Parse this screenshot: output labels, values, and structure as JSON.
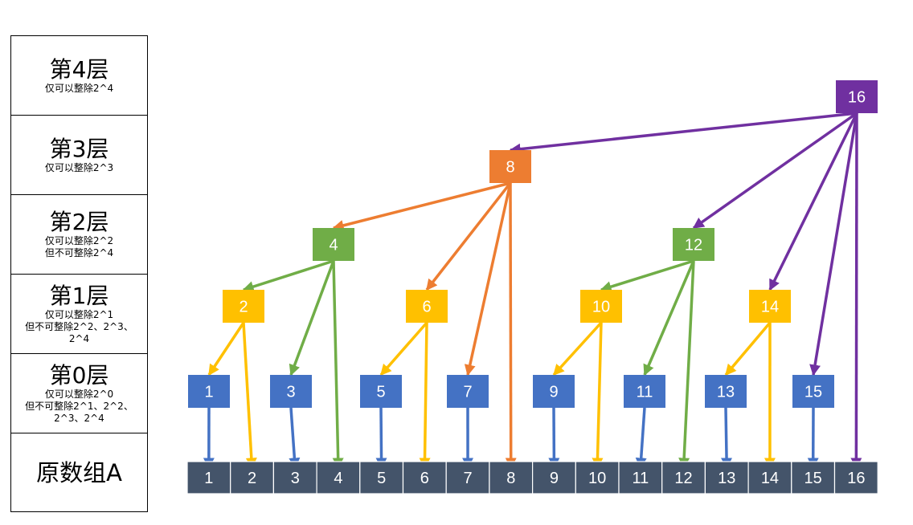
{
  "legend": [
    {
      "title": "第4层",
      "desc": [
        "仅可以整除2^4"
      ]
    },
    {
      "title": "第3层",
      "desc": [
        "仅可以整除2^3"
      ]
    },
    {
      "title": "第2层",
      "desc": [
        "仅可以整除2^2",
        "但不可整除2^4"
      ]
    },
    {
      "title": "第1层",
      "desc": [
        "仅可以整除2^1",
        "但不可整除2^2、2^3、",
        "2^4"
      ]
    },
    {
      "title": "第0层",
      "desc": [
        "仅可以整除2^0",
        "但不可整除2^1、2^2、",
        "2^3、2^4"
      ]
    },
    {
      "title": "原数组A",
      "desc": []
    }
  ],
  "colors": {
    "level4": "#7030A0",
    "level3": "#ED7D31",
    "level2": "#70AD47",
    "level1": "#FFC000",
    "level0": "#4472C4",
    "array": "#44546A"
  },
  "array": [
    "1",
    "2",
    "3",
    "4",
    "5",
    "6",
    "7",
    "8",
    "9",
    "10",
    "11",
    "12",
    "13",
    "14",
    "15",
    "16"
  ],
  "nodes": [
    {
      "label": "16",
      "level": 4
    },
    {
      "label": "8",
      "level": 3
    },
    {
      "label": "4",
      "level": 2
    },
    {
      "label": "12",
      "level": 2
    },
    {
      "label": "2",
      "level": 1
    },
    {
      "label": "6",
      "level": 1
    },
    {
      "label": "10",
      "level": 1
    },
    {
      "label": "14",
      "level": 1
    },
    {
      "label": "1",
      "level": 0
    },
    {
      "label": "3",
      "level": 0
    },
    {
      "label": "5",
      "level": 0
    },
    {
      "label": "7",
      "level": 0
    },
    {
      "label": "9",
      "level": 0
    },
    {
      "label": "11",
      "level": 0
    },
    {
      "label": "13",
      "level": 0
    },
    {
      "label": "15",
      "level": 0
    }
  ],
  "edges": [
    {
      "from": "16",
      "to": "8"
    },
    {
      "from": "16",
      "to": "12"
    },
    {
      "from": "16",
      "to": "14"
    },
    {
      "from": "16",
      "to": "15"
    },
    {
      "from": "16",
      "to": "A16"
    },
    {
      "from": "8",
      "to": "4"
    },
    {
      "from": "8",
      "to": "6"
    },
    {
      "from": "8",
      "to": "7"
    },
    {
      "from": "8",
      "to": "A8"
    },
    {
      "from": "4",
      "to": "2"
    },
    {
      "from": "4",
      "to": "3"
    },
    {
      "from": "4",
      "to": "A4"
    },
    {
      "from": "12",
      "to": "10"
    },
    {
      "from": "12",
      "to": "11"
    },
    {
      "from": "12",
      "to": "A12"
    },
    {
      "from": "2",
      "to": "1"
    },
    {
      "from": "2",
      "to": "A2"
    },
    {
      "from": "6",
      "to": "5"
    },
    {
      "from": "6",
      "to": "A6"
    },
    {
      "from": "10",
      "to": "9"
    },
    {
      "from": "10",
      "to": "A10"
    },
    {
      "from": "14",
      "to": "13"
    },
    {
      "from": "14",
      "to": "A14"
    },
    {
      "from": "1",
      "to": "A1"
    },
    {
      "from": "3",
      "to": "A3"
    },
    {
      "from": "5",
      "to": "A5"
    },
    {
      "from": "7",
      "to": "A7"
    },
    {
      "from": "9",
      "to": "A9"
    },
    {
      "from": "11",
      "to": "A11"
    },
    {
      "from": "13",
      "to": "A13"
    },
    {
      "from": "15",
      "to": "A15"
    }
  ]
}
